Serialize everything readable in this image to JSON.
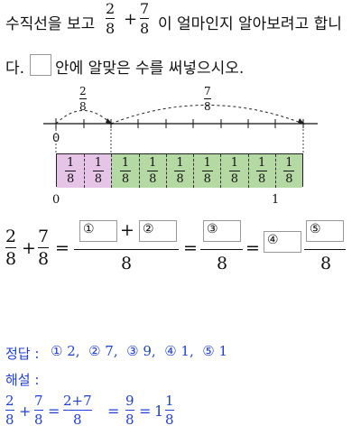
{
  "question": {
    "text1": "수직선을 보고",
    "frac_a": {
      "num": "2",
      "den": "8"
    },
    "plus": "+",
    "frac_b": {
      "num": "7",
      "den": "8"
    },
    "text2": "이 얼마인지 알아보려고 합니",
    "text3": "다.",
    "text4": "안에 알맞은 수를 써넣으시오."
  },
  "numberline": {
    "arc1": {
      "num": "2",
      "den": "8"
    },
    "arc2": {
      "num": "7",
      "den": "8"
    },
    "zero": "0"
  },
  "bar_model": {
    "cells": [
      {
        "num": "1",
        "den": "8",
        "color": "#e6c4e8"
      },
      {
        "num": "1",
        "den": "8",
        "color": "#e6c4e8"
      },
      {
        "num": "1",
        "den": "8",
        "color": "#b5d9a3"
      },
      {
        "num": "1",
        "den": "8",
        "color": "#b5d9a3"
      },
      {
        "num": "1",
        "den": "8",
        "color": "#b5d9a3"
      },
      {
        "num": "1",
        "den": "8",
        "color": "#b5d9a3"
      },
      {
        "num": "1",
        "den": "8",
        "color": "#b5d9a3"
      },
      {
        "num": "1",
        "den": "8",
        "color": "#b5d9a3"
      },
      {
        "num": "1",
        "den": "8",
        "color": "#b5d9a3"
      }
    ],
    "label_zero": "0",
    "label_one": "1"
  },
  "equation": {
    "f1": {
      "num": "2",
      "den": "8"
    },
    "f2": {
      "num": "7",
      "den": "8"
    },
    "plus": "+",
    "eq": "=",
    "blank1": "①",
    "blank2": "②",
    "blank3": "③",
    "blank4": "④",
    "blank5": "⑤",
    "den": "8"
  },
  "answer": {
    "label": "정답 :",
    "text": "① 2,  ② 7,  ③ 9,  ④ 1,  ⑤ 1"
  },
  "explanation": {
    "label": "해설 :",
    "f1": {
      "num": "2",
      "den": "8"
    },
    "plus": "+",
    "f2": {
      "num": "7",
      "den": "8"
    },
    "eq": "=",
    "f3": {
      "num": "2+7",
      "den": "8"
    },
    "f4": {
      "num": "9",
      "den": "8"
    },
    "whole": "1",
    "f5": {
      "num": "1",
      "den": "8"
    }
  }
}
